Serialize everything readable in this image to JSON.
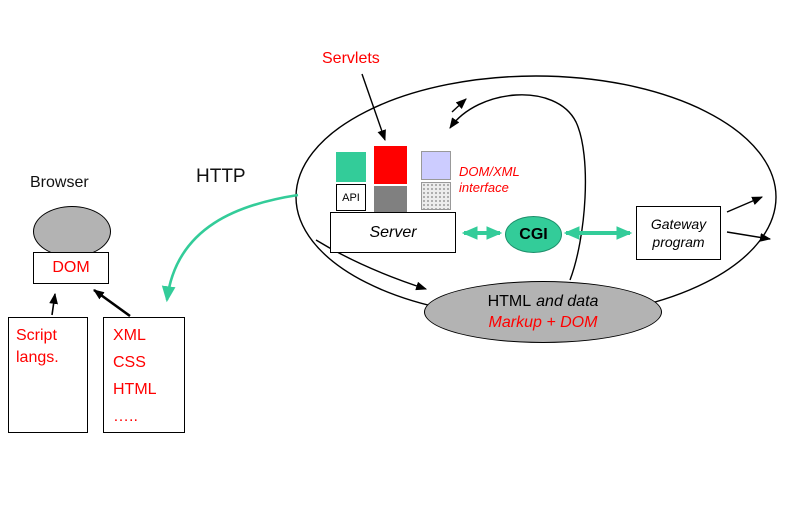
{
  "colors": {
    "accent_red": "#ff0000",
    "accent_green": "#33cc99",
    "gray_fill": "#b3b3b3",
    "lavender_fill": "#ccccff",
    "dark_gray_fill": "#808080"
  },
  "labels": {
    "servlets": "Servlets",
    "http": "HTTP",
    "browser": "Browser",
    "dom": "DOM"
  },
  "server_stack": {
    "api": "API",
    "server": "Server",
    "cgi": "CGI",
    "gateway_line1": "Gateway",
    "gateway_line2": "program",
    "interface_line1": "DOM/XML",
    "interface_line2": "interface"
  },
  "client": {
    "script_line1": "Script",
    "script_line2": "langs.",
    "stack_lines": [
      "XML",
      "CSS",
      "HTML",
      "….."
    ]
  },
  "data_ellipse": {
    "line1_plain": "HTML",
    "line1_italic": "and data",
    "line2": "Markup + DOM"
  }
}
